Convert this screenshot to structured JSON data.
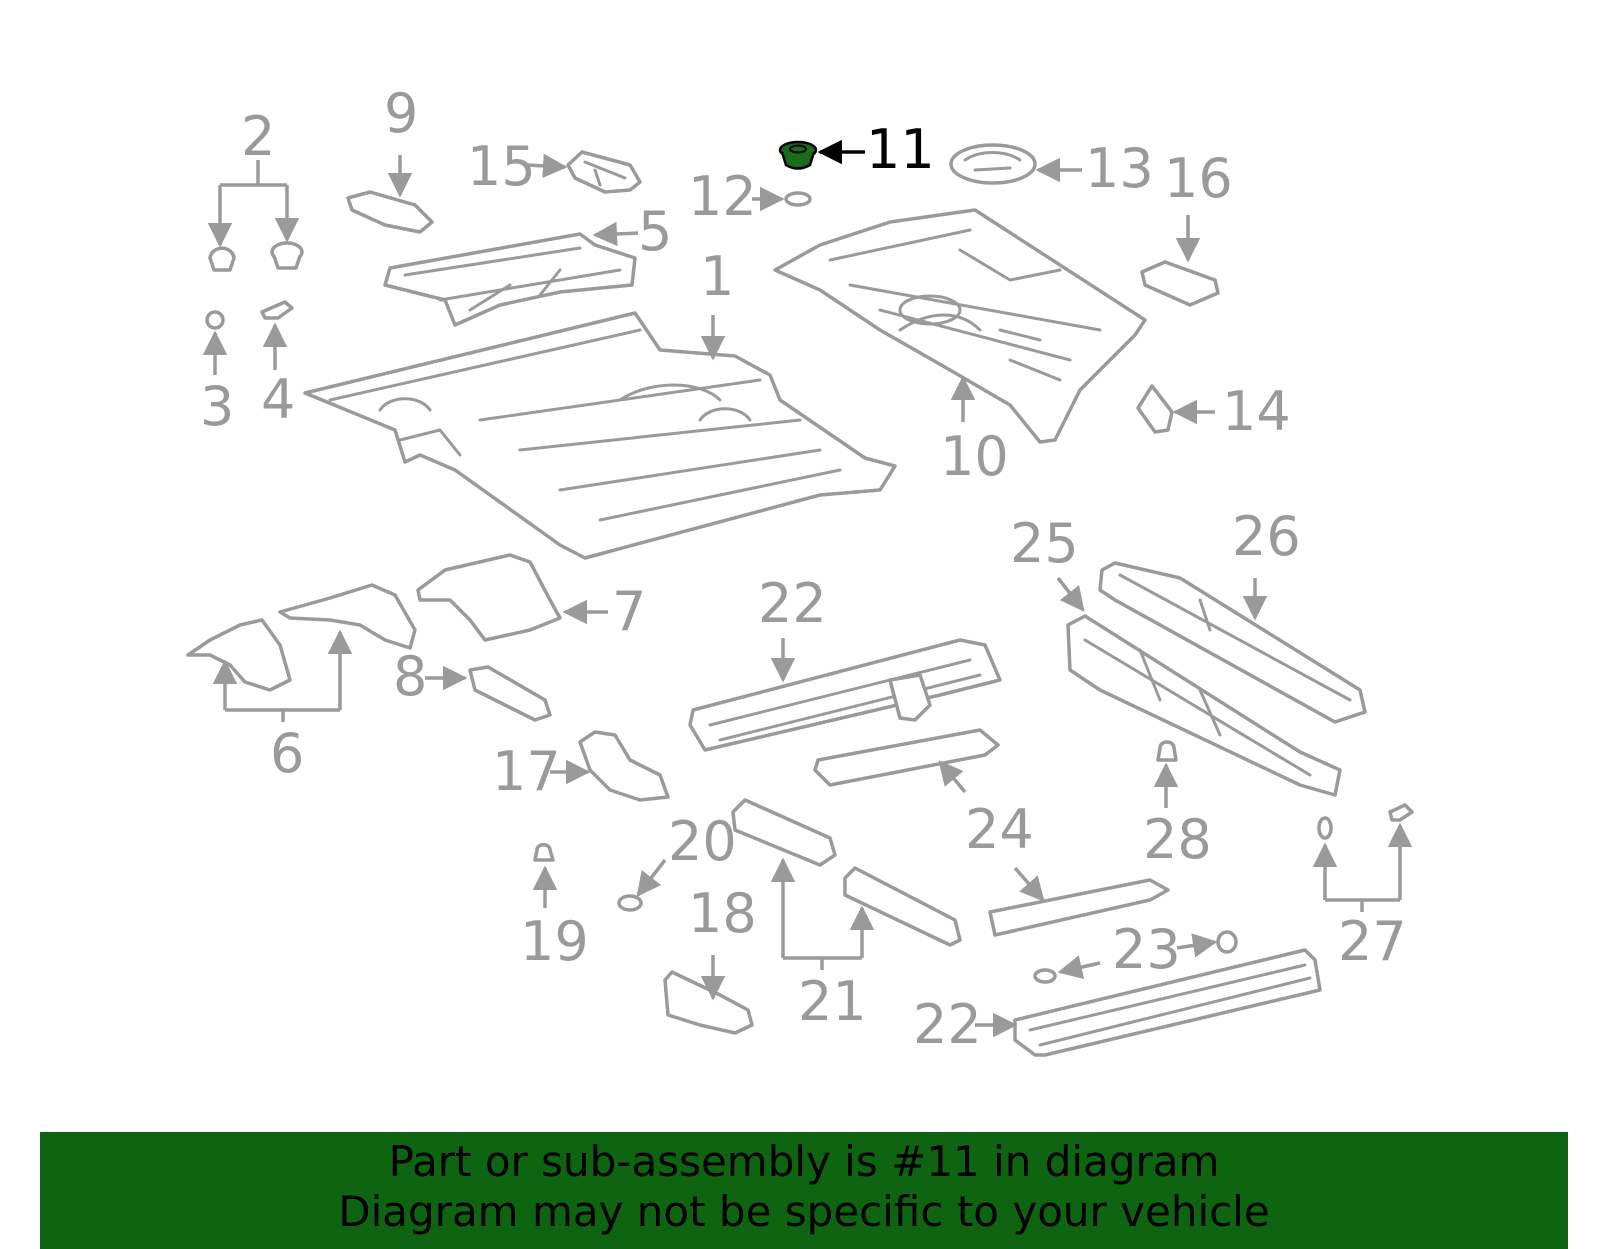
{
  "diagram": {
    "highlight_part": "11",
    "highlight_color": "#1a6b1a",
    "line_color": "#9a9a9a",
    "callouts": [
      "1",
      "2",
      "3",
      "4",
      "5",
      "6",
      "7",
      "8",
      "9",
      "10",
      "11",
      "12",
      "13",
      "14",
      "15",
      "16",
      "17",
      "18",
      "19",
      "20",
      "21",
      "22",
      "22",
      "23",
      "24",
      "25",
      "26",
      "27",
      "28"
    ]
  },
  "footer": {
    "background": "#0e6410",
    "line1": "Part or sub-assembly is #11 in diagram",
    "line2": "Diagram may not be specific to your vehicle"
  }
}
